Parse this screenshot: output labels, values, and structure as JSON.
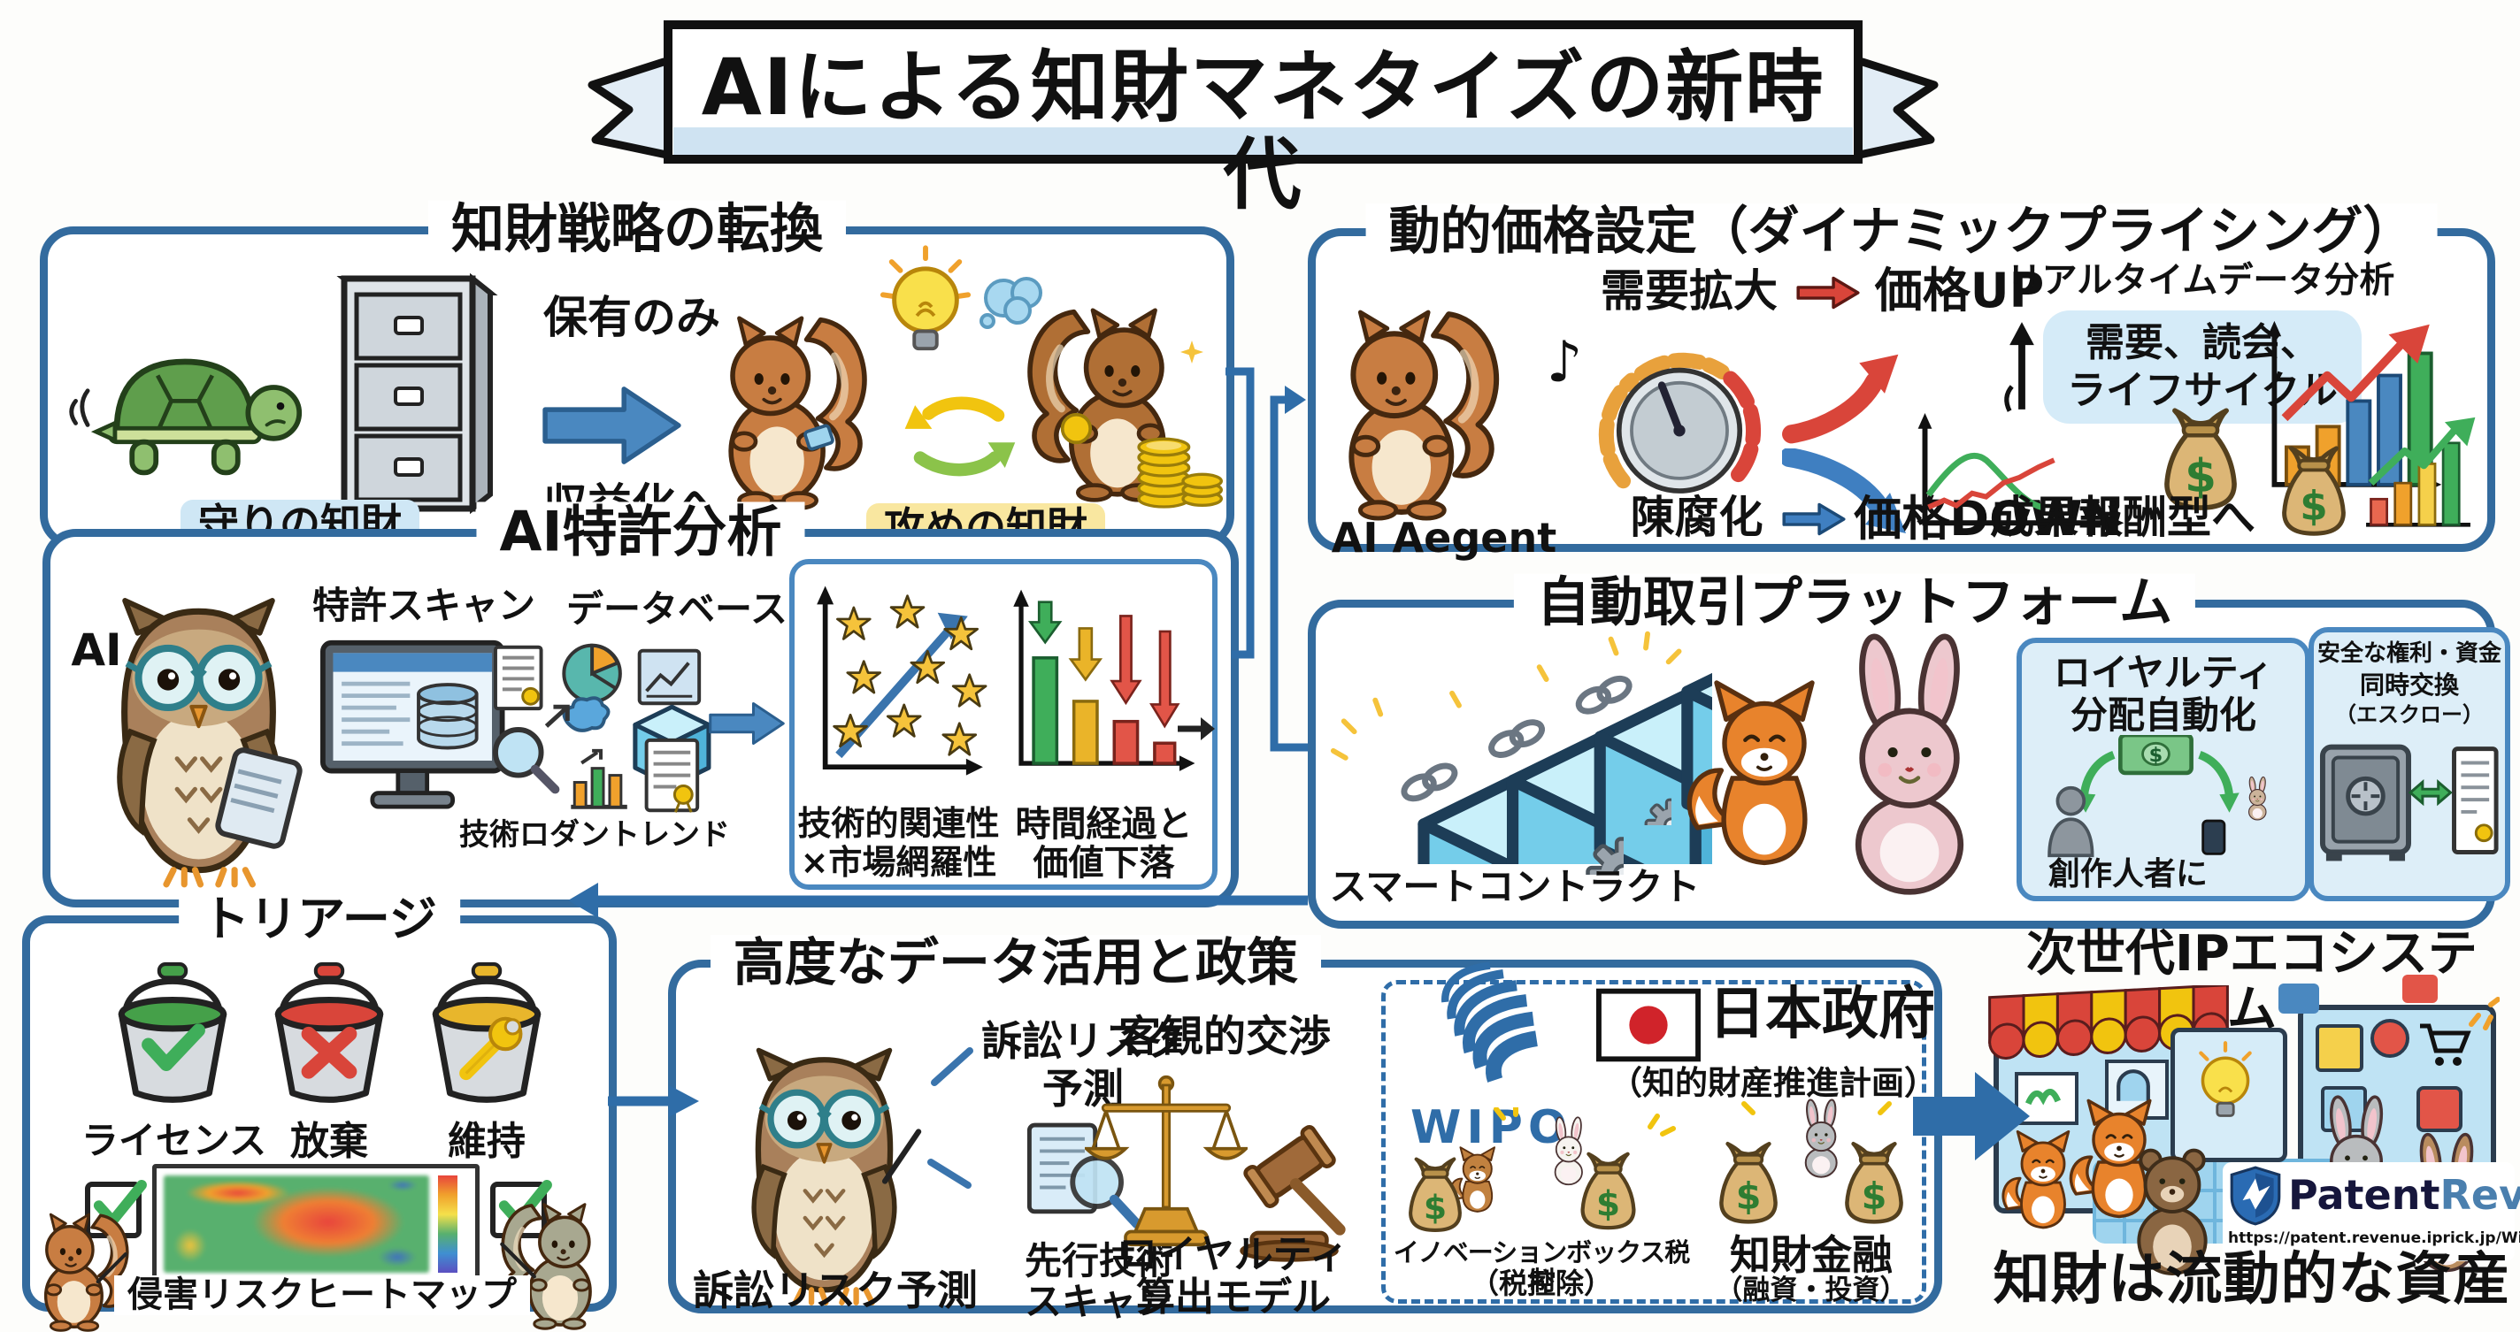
{
  "colors": {
    "border_blue": "#336b9e",
    "arrow_blue": "#2f6da8",
    "highlight_blue": "#cfe7f5",
    "highlight_yellow": "#f9e7a0",
    "bubble_blue": "#d5ebf8",
    "panel_blue": "#ddeef8",
    "price_up_red": "#d9453a",
    "price_down_blue": "#3f7fc1",
    "wipo_blue": "#2f6da8",
    "brand_dark": "#16163c",
    "brand_light": "#4a7fae"
  },
  "banner": {
    "title": "AIによる知財マネタイズの新時代"
  },
  "strategy": {
    "title": "知財戦略の転換",
    "defensive": "守りの知財",
    "hold_only": "保有のみ",
    "to_monetize": "収益化へ",
    "offensive": "攻めの知財"
  },
  "pricing": {
    "title": "動的価格設定（ダイナミックプライシング）",
    "agent": "AI Aegent",
    "note": "♪",
    "demand": "需要拡大",
    "price_up": "価格UP",
    "obsolescence": "陳腐化",
    "price_down": "価格DOWN",
    "realtime": "リアルタイムデータ分析",
    "bubble_line1": "需要、読会、",
    "bubble_line2": "ライフサイクル",
    "performance": "成果報酬型へ"
  },
  "analysis": {
    "title": "AI特許分析",
    "ai": "AI",
    "patent_scan": "特許スキャン",
    "database": "データベース",
    "tech_trend": "技術ロダントレンド",
    "scatter_line1": "技術的関連性",
    "scatter_line2": "×市場網羅性",
    "decay_line1": "時間経過と",
    "decay_line2": "価値下落"
  },
  "platform": {
    "title": "自動取引プラットフォーム",
    "smart_contract": "スマートコントラクト",
    "royalty_line1": "ロイヤルティ",
    "royalty_line2": "分配自動化",
    "to_creators": "創作人者に",
    "escrow_line1": "安全な権利・資金",
    "escrow_line2": "同時交換",
    "escrow_line3": "（エスクロー）"
  },
  "triage": {
    "title": "トリアージ",
    "license": "ライセンス",
    "abandon": "放棄",
    "maintain": "維持",
    "heatmap": "侵害リスクヒートマップ"
  },
  "policy": {
    "title": "高度なデータ活用と政策",
    "litigation_line1": "訴訟リスク",
    "litigation_line2": "予測",
    "litigation_bottom": "訴訟リスク予測",
    "prior_art_line1": "先行技術",
    "prior_art_line2": "スキャン",
    "negotiation": "客観的交渉",
    "royalty_model_line1": "ロイヤルティ",
    "royalty_model_line2": "算出モデル",
    "wipo": "WIPO",
    "japan_gov": "日本政府",
    "japan_gov_sub": "（知的財産推進計画）",
    "innovation_tax": "イノベーションボックス税制",
    "tax_sub": "（税控除）",
    "ip_finance": "知財金融",
    "finance_sub": "（融資・投資）"
  },
  "ecosystem": {
    "title": "次世代IPエコシステム",
    "brand_left": "Patent",
    "brand_right": "Revenue",
    "url": "https://patent.revenue.iprick.jp/Wicance",
    "tagline": "知財は流動的な資産"
  }
}
